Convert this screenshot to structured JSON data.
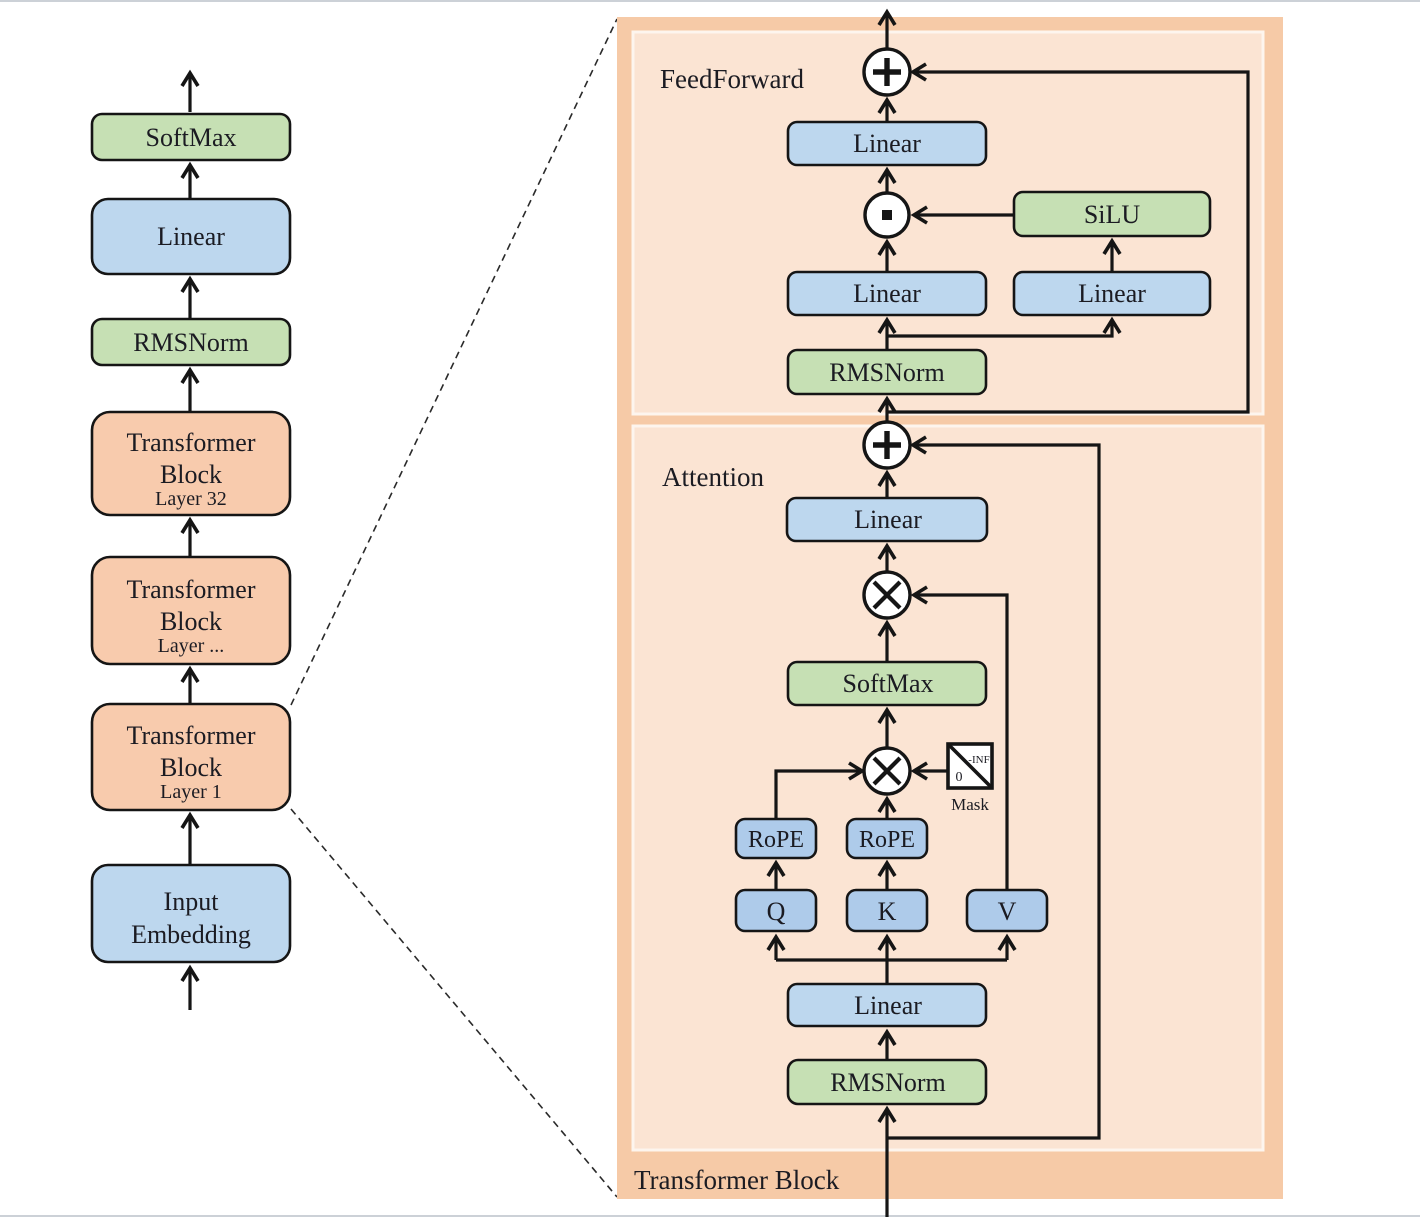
{
  "colors": {
    "box_green": "#c6e0b4",
    "box_blue": "#bdd7ee",
    "box_qkv_blue": "#aecbea",
    "box_orange": "#f8cbad",
    "panel_outer_peach": "#f6caa7",
    "panel_inner_peach": "#fbe4d3",
    "line_black": "#151515",
    "text_dark": "#1b1b22"
  },
  "left_stack": {
    "softmax": "SoftMax",
    "linear": "Linear",
    "rmsnorm": "RMSNorm",
    "block_word1": "Transformer",
    "block_word2": "Block",
    "layer32": "Layer 32",
    "layer_dots": "Layer ...",
    "layer1": "Layer 1",
    "input1": "Input",
    "input2": "Embedding"
  },
  "panel": {
    "outer_label": "Transformer Block",
    "ff": {
      "label": "FeedForward",
      "linear_out": "Linear",
      "silu": "SiLU",
      "linear_left": "Linear",
      "linear_right": "Linear",
      "rmsnorm": "RMSNorm"
    },
    "attn": {
      "label": "Attention",
      "linear_out": "Linear",
      "softmax": "SoftMax",
      "mask_neg_inf": "-INF",
      "mask_zero": "0",
      "mask_label": "Mask",
      "rope_left": "RoPE",
      "rope_mid": "RoPE",
      "q": "Q",
      "k": "K",
      "v": "V",
      "linear_in": "Linear",
      "rmsnorm": "RMSNorm"
    }
  }
}
